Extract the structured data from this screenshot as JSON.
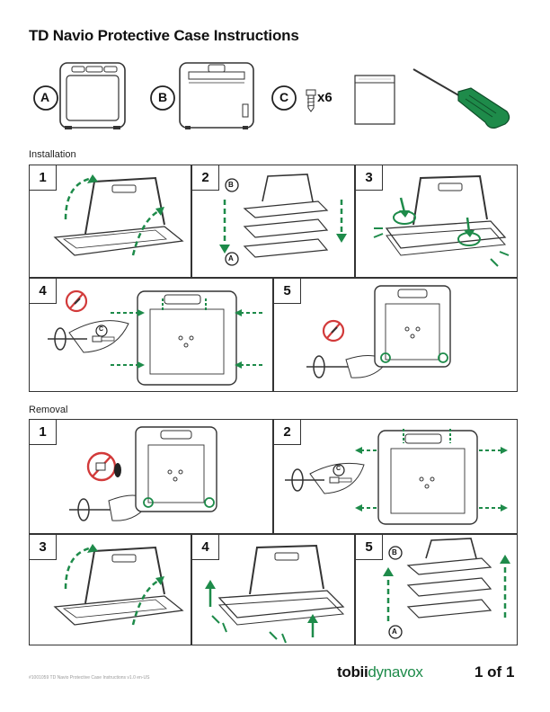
{
  "document": {
    "title": "TD Navio Protective Case Instructions"
  },
  "parts": {
    "a_label": "A",
    "b_label": "B",
    "c_label": "C",
    "screw_count": "x6"
  },
  "sections": {
    "installation": {
      "label": "Installation",
      "steps": [
        {
          "number": "1",
          "letter": ""
        },
        {
          "number": "2",
          "letter_top": "B",
          "letter_bottom": "A"
        },
        {
          "number": "3"
        },
        {
          "number": "4",
          "callout": "C"
        },
        {
          "number": "5"
        }
      ]
    },
    "removal": {
      "label": "Removal",
      "steps": [
        {
          "number": "1"
        },
        {
          "number": "2",
          "callout": "C"
        },
        {
          "number": "3"
        },
        {
          "number": "4"
        },
        {
          "number": "5",
          "letter_top": "B",
          "letter_bottom": "A"
        }
      ]
    }
  },
  "colors": {
    "accent_green": "#1e8b4a",
    "warning_red": "#d23a3a",
    "line": "#333333"
  },
  "footer": {
    "note": "#1001059 TD Navio Protective Case Instructions v1.0 en-US",
    "brand_bold": "tobii",
    "brand_light": "dynavox",
    "page": "1 of 1"
  }
}
